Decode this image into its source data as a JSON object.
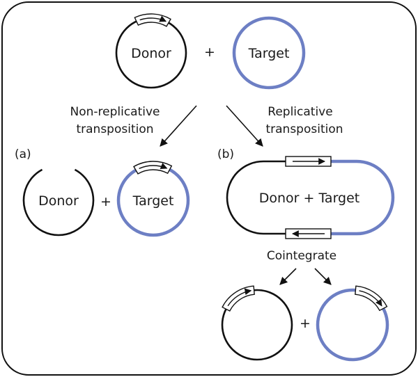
{
  "colors": {
    "donor": "#111111",
    "target": "#6d7fc4",
    "frame": "#111111",
    "background": "#ffffff"
  },
  "labels": {
    "donor": "Donor",
    "plus": "+",
    "target": "Target",
    "nonreplicative_line1": "Non-replicative",
    "nonreplicative_line2": "transposition",
    "replicative_line1": "Replicative",
    "replicative_line2": "transposition",
    "panel_a": "(a)",
    "panel_b": "(b)",
    "donor_target": "Donor + Target",
    "cointegrate": "Cointegrate"
  },
  "icons": {
    "transposon": "transposon-box-arrow-icon",
    "pathway_arrow": "pathway-arrow-icon"
  }
}
